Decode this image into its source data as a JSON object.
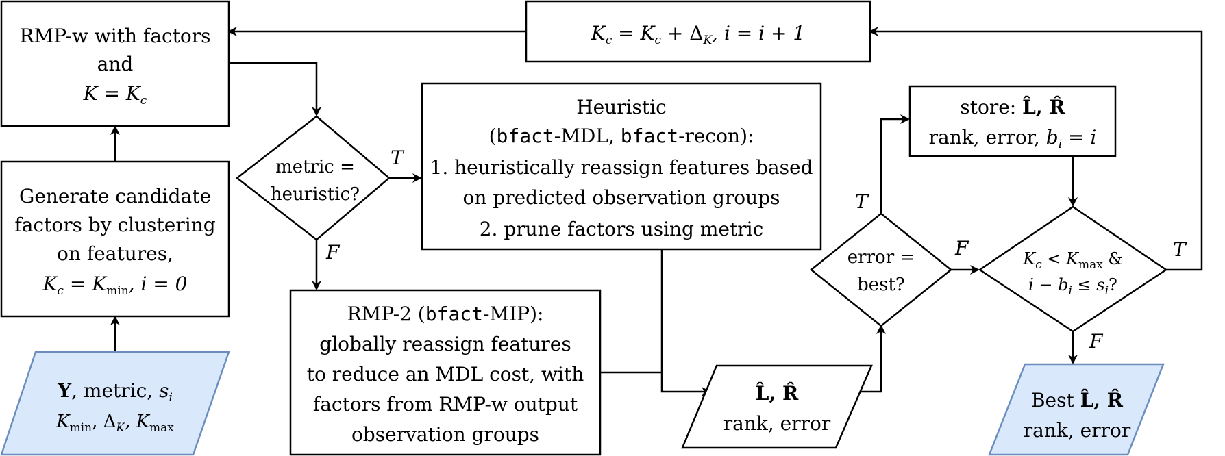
{
  "colors": {
    "io_fill": "#dae8fc",
    "io_stroke": "#6c8ebf",
    "stroke": "#000000"
  },
  "nodes": {
    "rmpw": {
      "line1": "RMP-w with factors",
      "line2": "and",
      "line3_lhs": "K",
      "line3_eq": " = ",
      "line3_rhs": "K",
      "line3_sub": "c"
    },
    "update": {
      "k1": "K",
      "s1": "c",
      "eq": " = ",
      "k2": "K",
      "s2": "c",
      "plus": " + Δ",
      "s3": "K",
      "tail": ", i = i + 1"
    },
    "generate": {
      "line1": "Generate candidate",
      "line2": "factors by clustering",
      "line3": "on features,",
      "l4_k": "K",
      "l4_s1": "c",
      "l4_eq": " = ",
      "l4_k2": "K",
      "l4_s2": "min",
      "l4_tail": ", i = 0"
    },
    "input": {
      "y": "Y",
      "rest": ", metric, ",
      "s": "s",
      "s_sub": "i",
      "k1": "K",
      "k1s": "min",
      "d": ", Δ",
      "ds": "K",
      "k2": ", K",
      "k2s": "max"
    },
    "metric_decision": {
      "line1": "metric =",
      "line2": "heuristic?"
    },
    "heuristic": {
      "title": "Heuristic",
      "l2_open": "(",
      "l2_code1": "bfact",
      "l2_mid1": "-MDL, ",
      "l2_code2": "bfact",
      "l2_mid2": "-recon):",
      "l3": "1. heuristically reassign features based",
      "l4": "on predicted observation groups",
      "l5": "2. prune factors using metric"
    },
    "rmp2": {
      "l1_a": "RMP-2 (",
      "l1_code": "bfact",
      "l1_b": "-MIP):",
      "l2": "globally reassign features",
      "l3": "to reduce an MDL cost, with",
      "l4": "factors from RMP-w output",
      "l5": "observation groups"
    },
    "result": {
      "l1": "L̂, R̂",
      "l2": "rank, error"
    },
    "error_decision": {
      "line1": "error =",
      "line2": "best?"
    },
    "store": {
      "l1_a": "store: ",
      "l1_b": "L̂, R̂",
      "l2_a": "rank, error, ",
      "l2_b": "b",
      "l2_bs": "i",
      "l2_c": " = i"
    },
    "loop_decision": {
      "k1": "K",
      "k1s": "c",
      "lt": " < K",
      "k2s": "max",
      "amp": " &",
      "l2_a": "i − b",
      "l2_as": "i",
      "l2_b": " ≤ s",
      "l2_bs": "i",
      "l2_c": "?"
    },
    "best": {
      "l1_a": "Best ",
      "l1_b": "L̂, R̂",
      "l2": "rank, error"
    }
  },
  "edge_labels": {
    "metric_true": "T",
    "metric_false": "F",
    "error_true": "T",
    "error_false": "F",
    "loop_true": "T",
    "loop_false": "F"
  }
}
